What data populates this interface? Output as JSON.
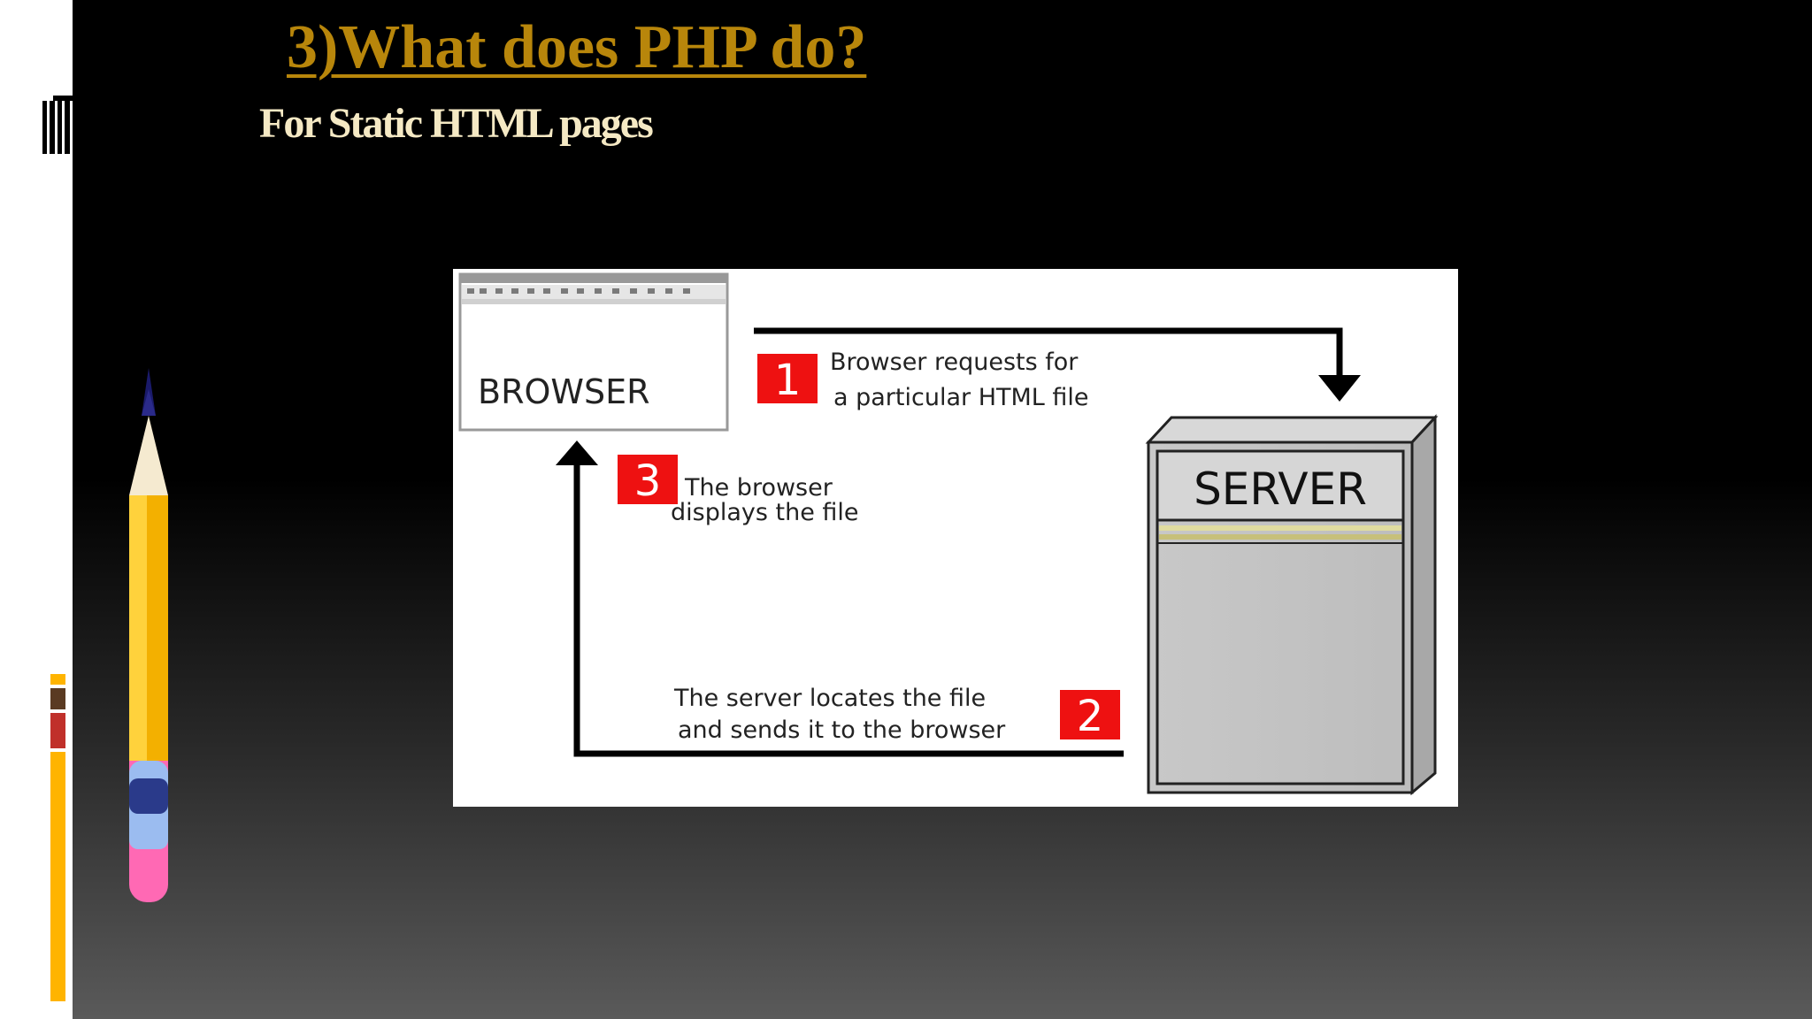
{
  "slide": {
    "title": "3)What does PHP do?",
    "subtitle": "For Static HTML pages"
  },
  "diagram": {
    "browser_label": "BROWSER",
    "server_label": "SERVER",
    "steps": [
      {
        "number": "1",
        "lines": [
          "Browser requests for",
          "a particular HTML file"
        ]
      },
      {
        "number": "2",
        "lines": [
          "The server locates the file",
          "and sends it to the browser"
        ]
      },
      {
        "number": "3",
        "lines": [
          "The browser",
          "displays the file"
        ]
      }
    ]
  },
  "colors": {
    "title": "#b8860b",
    "subtitle": "#f5e9c4",
    "step_badge": "#ee1111",
    "accent_bar": "#ffb400"
  }
}
